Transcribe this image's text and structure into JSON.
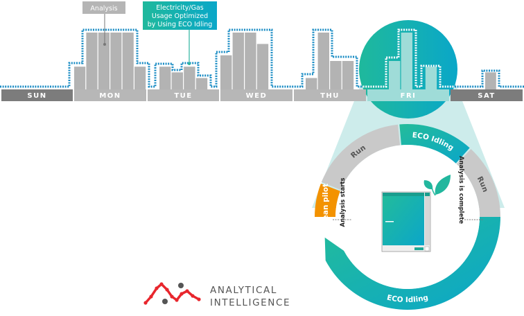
{
  "callouts": {
    "analysis": "Analysis",
    "optimized": [
      "Electricity/Gas",
      "Usage Optimized",
      "by Using ECO Idling"
    ]
  },
  "days": [
    {
      "label": "SUN",
      "usage": []
    },
    {
      "label": "MON",
      "usage": [
        4,
        10,
        10,
        10,
        10,
        4
      ]
    },
    {
      "label": "TUE",
      "usage": [
        4,
        3,
        4,
        2
      ]
    },
    {
      "label": "WED",
      "usage": [
        6,
        10,
        10,
        8
      ]
    },
    {
      "label": "THU",
      "usage": [
        2,
        10,
        5,
        5
      ]
    },
    {
      "label": "FRI",
      "usage": [
        5,
        10,
        null,
        4
      ]
    },
    {
      "label": "SAT",
      "usage": [
        3
      ]
    }
  ],
  "cycle": {
    "clean_pilot": "clean pilot",
    "run_1": "Run",
    "eco_idling_1": "ECO Idling",
    "run_2": "Run",
    "eco_idling_2": "ECO Idling",
    "analysis_starts": "Analysis starts",
    "analysis_complete": "Analysis is complete"
  },
  "logo": {
    "line1": "ANALYTICAL",
    "line2": "INTELLIGENCE"
  },
  "colors": {
    "teal_start": "#1fb99c",
    "teal_end": "#0aa7c8",
    "gray": "#c9c9c9",
    "bar_gray": "#b3b3b3",
    "orange": "#f39200",
    "dotted": "#1a8cc4",
    "logo_red": "#e8262d"
  }
}
